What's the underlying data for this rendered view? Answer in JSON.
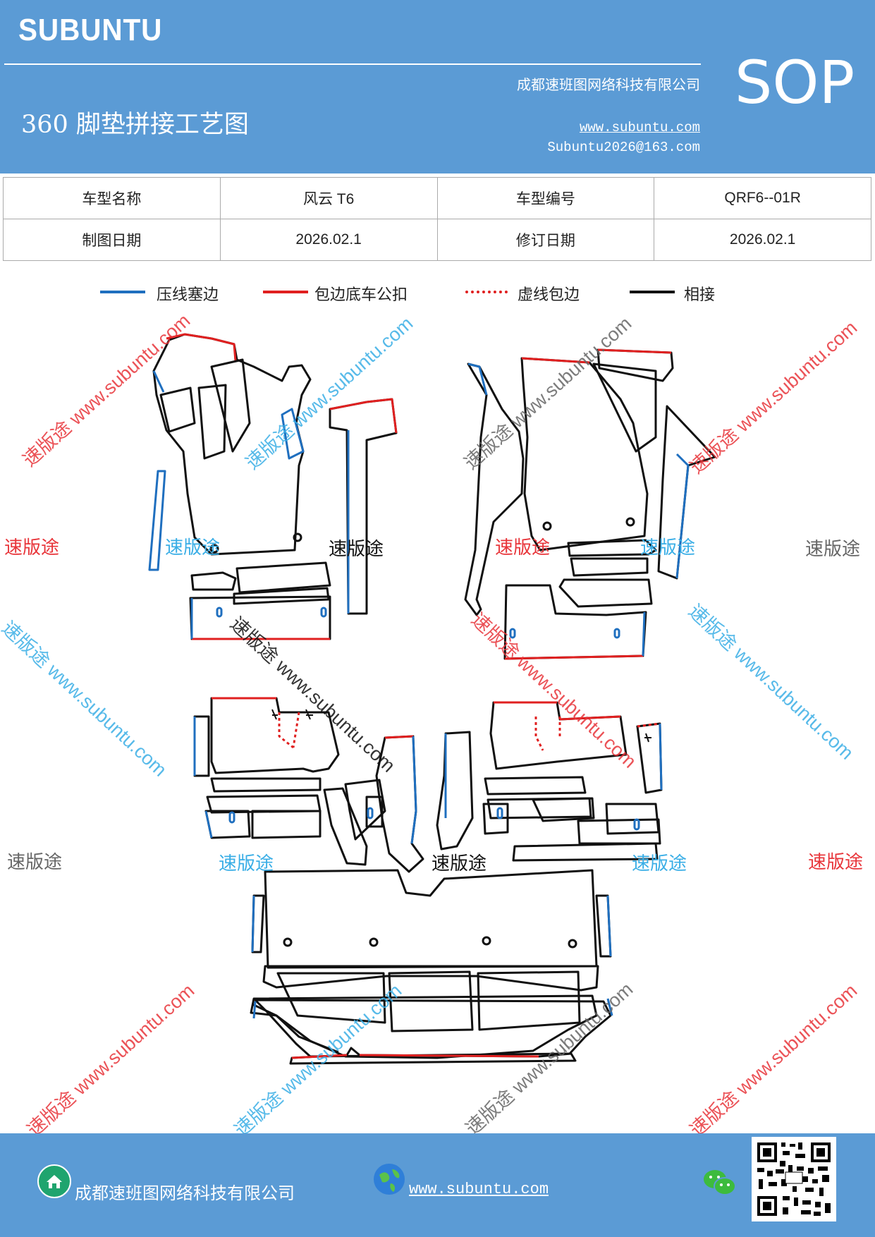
{
  "header": {
    "brand": "SUBUNTU",
    "company": "成都速班图网络科技有限公司",
    "title": "360 脚垫拼接工艺图",
    "website": "www.subuntu.com",
    "email": "Subuntu2026@163.com",
    "sop": "SOP"
  },
  "info_table": {
    "model_name_label": "车型名称",
    "model_name_value": "风云 T6",
    "model_code_label": "车型编号",
    "model_code_value": "QRF6--01R",
    "draw_date_label": "制图日期",
    "draw_date_value": "2026.02.1",
    "revise_date_label": "修订日期",
    "revise_date_value": "2026.02.1"
  },
  "legend": {
    "blue_label": "压线塞边",
    "red_label": "包边底车公扣",
    "dotted_label": "虚线包边",
    "black_label": "相接",
    "blue_color": "#1f6fbf",
    "red_color": "#e02020",
    "black_color": "#111111"
  },
  "watermarks": {
    "short": "速版途",
    "long": "速版途 www.subuntu.com",
    "site": "www.subuntu.com",
    "colors": {
      "red": "#e8353a",
      "blue": "#3aaee6",
      "gray": "#666666",
      "black": "#111111"
    }
  },
  "footer": {
    "company": "成都速班图网络科技有限公司",
    "website": "www.subuntu.com"
  },
  "icons": [
    "home-icon",
    "globe-icon",
    "wechat-icon",
    "qr-code"
  ]
}
